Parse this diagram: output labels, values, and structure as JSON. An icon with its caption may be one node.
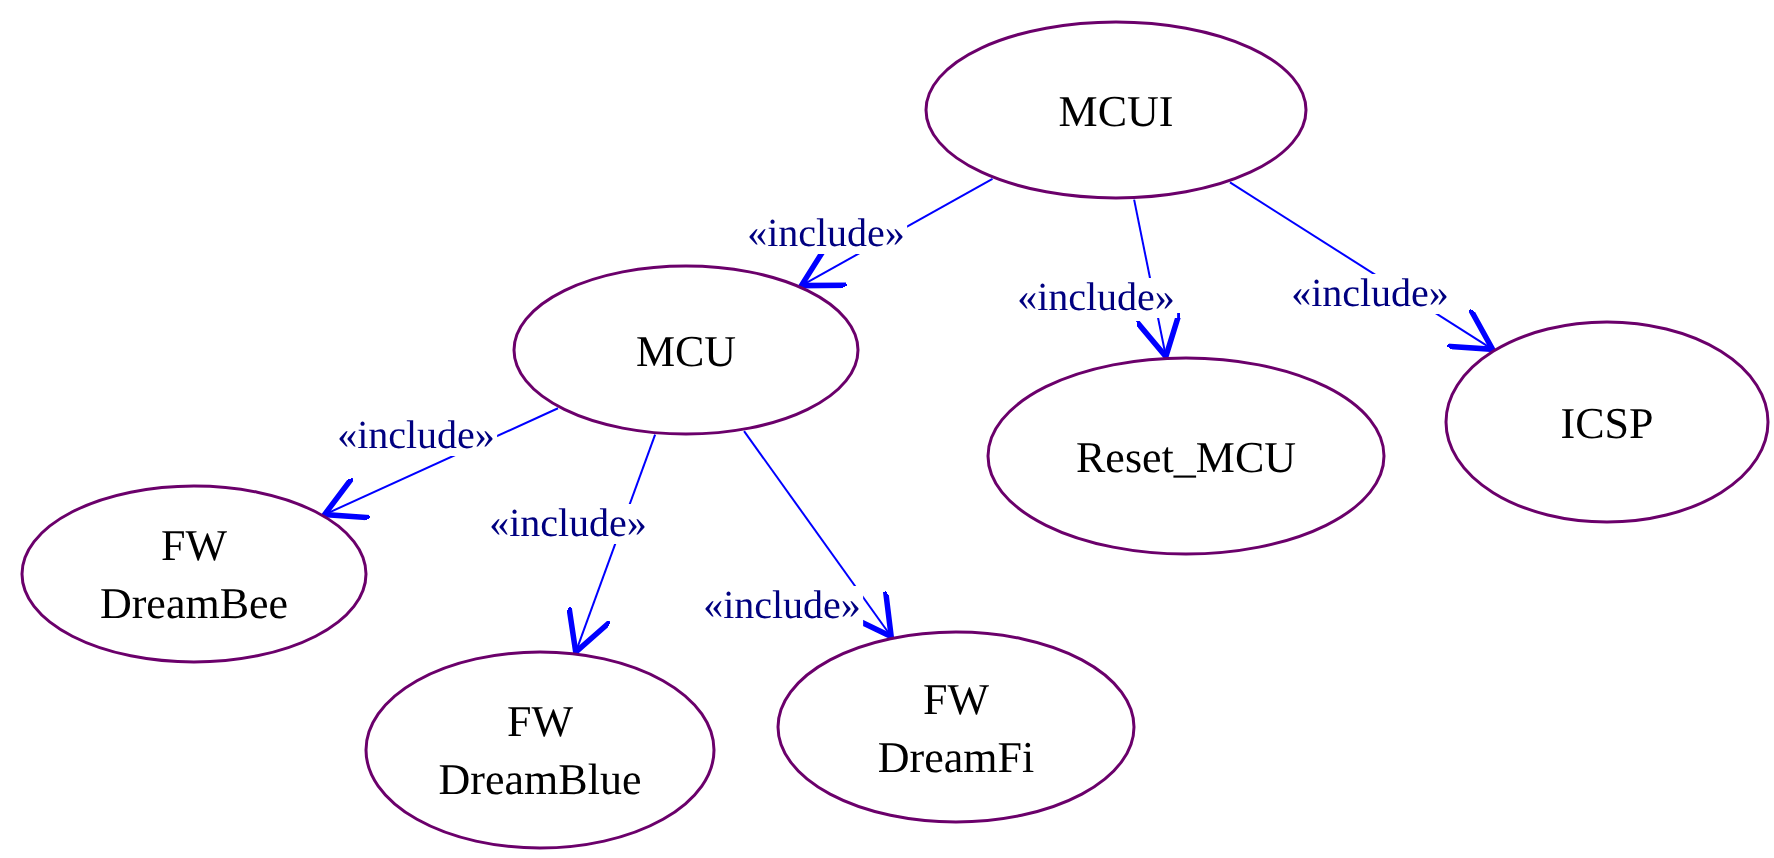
{
  "diagram": {
    "nodes": [
      {
        "text": [
          "MCUI"
        ]
      },
      {
        "text": [
          "MCU"
        ]
      },
      {
        "text": [
          "Reset_MCU"
        ]
      },
      {
        "text": [
          "ICSP"
        ]
      },
      {
        "text": [
          "FW DreamBee"
        ]
      },
      {
        "text": [
          "FW DreamBlue"
        ]
      },
      {
        "text": [
          "FW DreamFi"
        ]
      }
    ],
    "edges": [
      {
        "from": 0,
        "to": 1,
        "arrow": "to",
        "label": "«include»"
      },
      {
        "from": 0,
        "to": 2,
        "arrow": "to",
        "label": "«include»"
      },
      {
        "from": 0,
        "to": 3,
        "arrow": "to",
        "label": "«include»"
      },
      {
        "from": 1,
        "to": 4,
        "arrow": "to",
        "label": "«include»"
      },
      {
        "from": 1,
        "to": 5,
        "arrow": "to",
        "label": "«include»"
      },
      {
        "from": 1,
        "to": 6,
        "arrow": "to",
        "label": "«include»"
      }
    ]
  }
}
